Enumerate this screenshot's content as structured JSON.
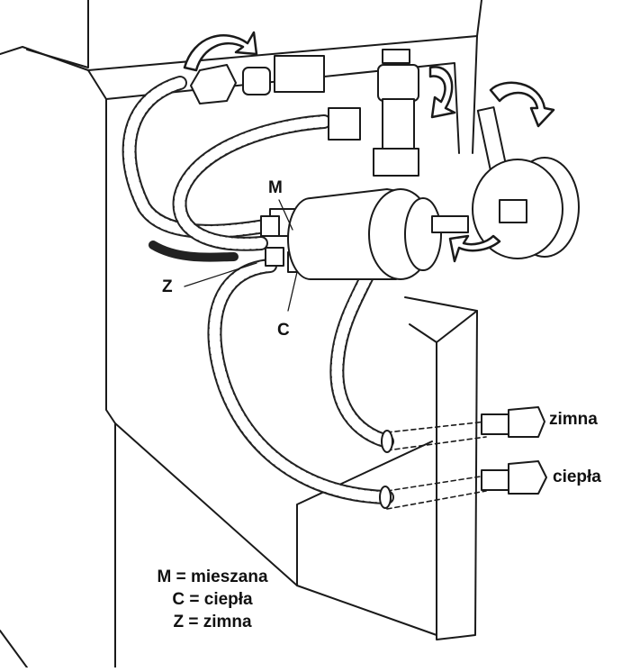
{
  "labels": {
    "mixed": "M",
    "hot": "C",
    "cold": "Z",
    "cold_outlet": "zimna",
    "hot_outlet": "ciepła"
  },
  "legend": [
    "M = mieszana",
    "C = ciepła",
    "Z = zimna"
  ]
}
